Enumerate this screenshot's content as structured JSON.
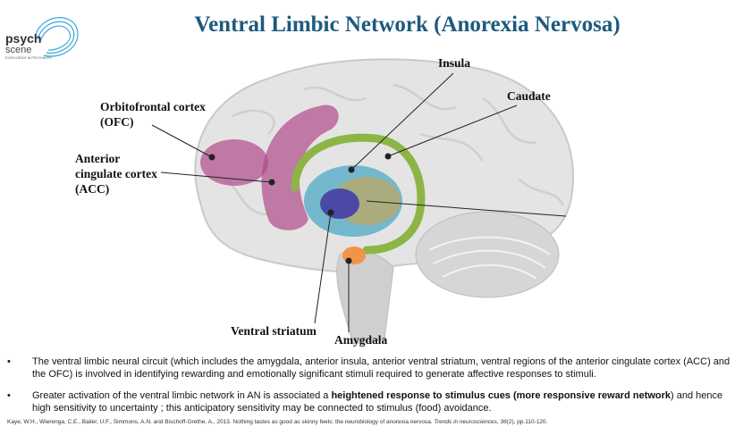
{
  "logo": {
    "name": "psych",
    "sub": "scene",
    "tagline": "EXCELLENCE IN PSYCHIATRY"
  },
  "title": "Ventral Limbic Network (Anorexia Nervosa)",
  "labels": {
    "insula": "Insula",
    "caudate": "Caudate",
    "ofc_1": "Orbitofrontal cortex",
    "ofc_2": "(OFC)",
    "acc_1": "Anterior",
    "acc_2": "cingulate cortex",
    "acc_3": "(ACC)",
    "ventral_striatum": "Ventral striatum",
    "amygdala": "Amygdala"
  },
  "bullets": [
    {
      "text": "The ventral limbic neural circuit (which includes the amygdala, anterior insula, anterior ventral striatum, ventral regions of the anterior cingulate cortex (ACC) and the OFC) is involved in identifying rewarding and emotionally significant stimuli required to generate affective responses to stimuli."
    },
    {
      "pre": "Greater activation of the ventral limbic network in AN is associated a ",
      "bold": "heightened response to stimulus cues (more responsive reward network",
      "post": ") and hence high sensitivity to uncertainty ; this anticipatory sensitivity may be connected to stimulus (food) avoidance."
    }
  ],
  "citation": {
    "main": "Kaye, W.H., Wierenga, C.E., Bailer, U.F., Simmons, A.N. and Bischoff-Grethe, A., 2013. Nothing tastes as good as skinny feels: the neurobiology of anorexia nervosa. ",
    "journal": "Trends in neurosciences, 36",
    "tail": "(2), pp.110-120."
  }
}
